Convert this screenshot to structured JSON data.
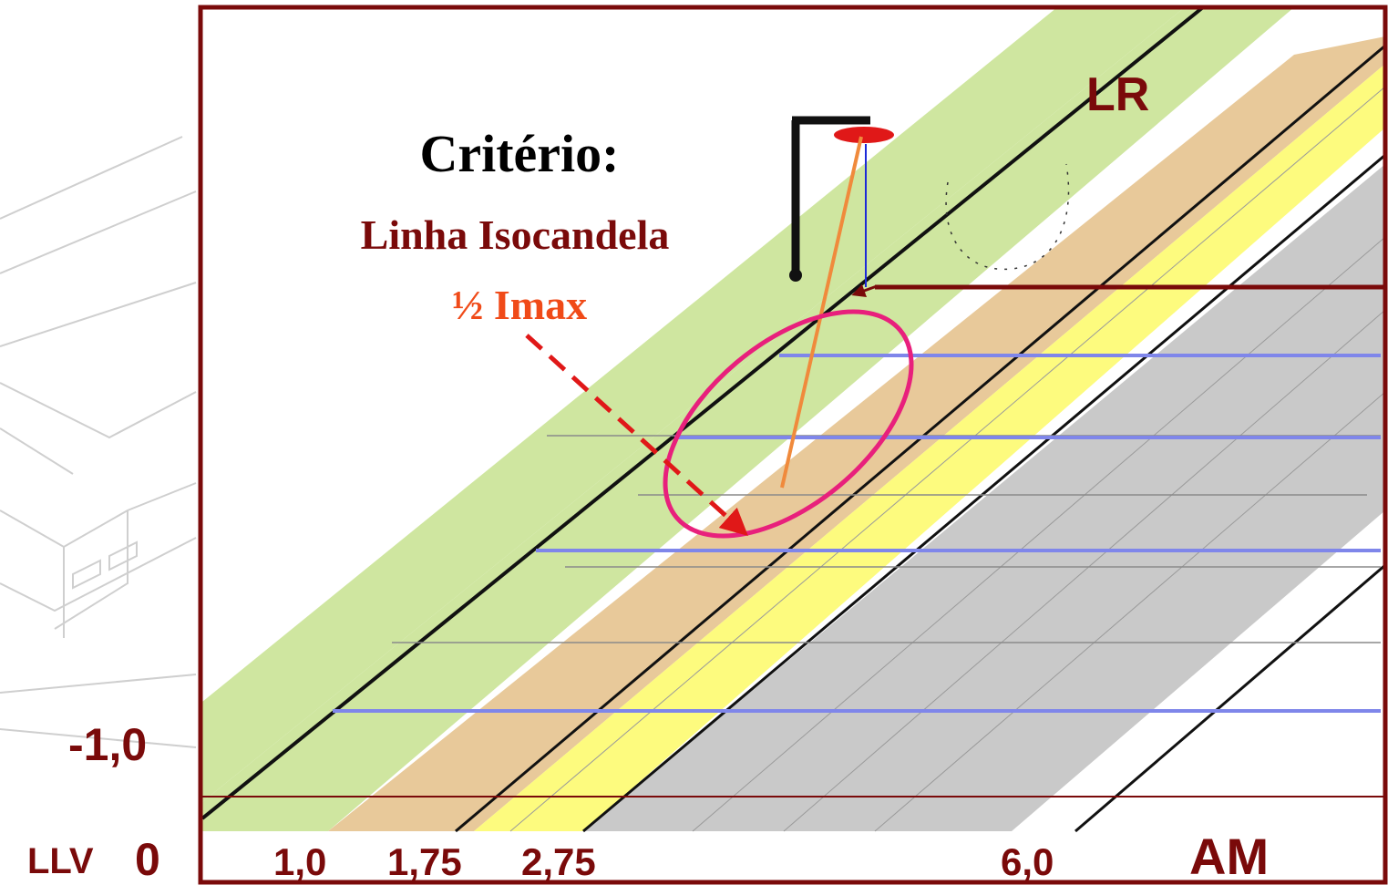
{
  "criterion": {
    "title": "Critério:",
    "line1": "Linha Isocandela",
    "line2": "½ Imax"
  },
  "labels": {
    "lr": "LR",
    "am": "AM",
    "llv": "LLV",
    "zero": "0",
    "minus_one": "-1,0",
    "x1": "1,0",
    "x2": "1,75",
    "x3": "2,75",
    "x4": "6,0"
  },
  "colors": {
    "frame": "#7a0a0a",
    "green_band": "#cfe6a0",
    "tan_band": "#e8c99a",
    "yellow_band": "#fdfb7e",
    "grey_band": "#c9c9c9",
    "blue_lines": "#7f86ea",
    "isocandela": "#e8207c",
    "arrow": "#e01818",
    "beam": "#f08a3c",
    "imax_text": "#f04a18"
  }
}
